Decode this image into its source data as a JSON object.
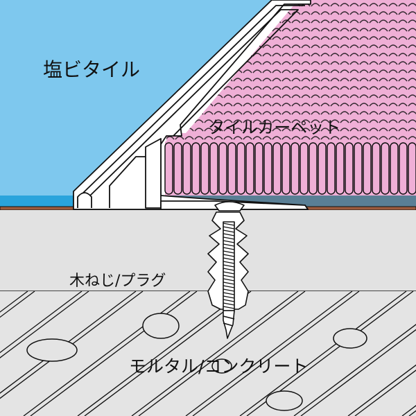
{
  "labels": {
    "vinyl_tile": "塩ビタイル",
    "tile_carpet": "タイルカーペット",
    "screw_plug": "木ねじ/プラグ",
    "mortar_concrete": "モルタル/コンクリート"
  },
  "colors": {
    "vinyl_tile": "#7ec8ee",
    "vinyl_tile_edge": "#2aa4dc",
    "carpet": "#efafd6",
    "carpet_backing": "#5a7f95",
    "adhesive_strip": "#9b5a3c",
    "mortar_layer": "#e2e2e2",
    "concrete": "#e4e4e4",
    "outline": "#111111",
    "trim": "#ffffff"
  }
}
